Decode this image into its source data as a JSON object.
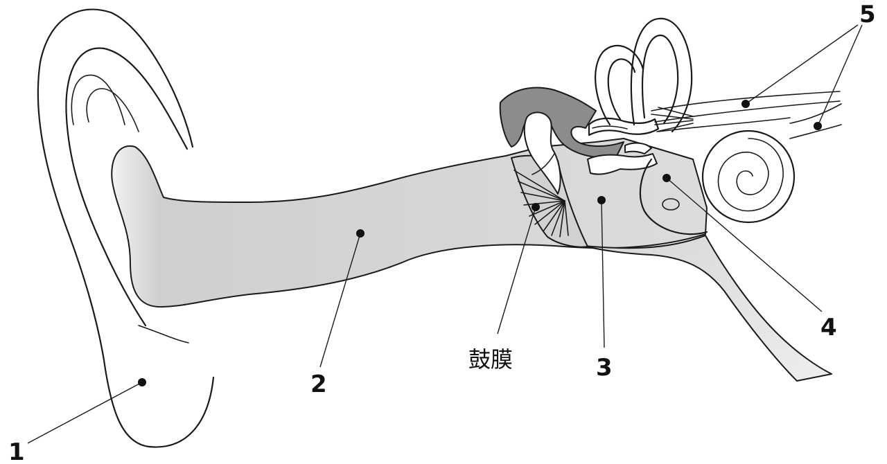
{
  "labels": {
    "outer_ear": "1",
    "ear_canal": "2",
    "eardrum": "鼓膜",
    "middle_ear": "3",
    "inner_ear": "4",
    "nerves": "5"
  },
  "colors": {
    "line": "#1a1a1a",
    "canal_fill": "#d9d9d9",
    "bone_fill": "#8c8c8c",
    "background": "#ffffff"
  }
}
